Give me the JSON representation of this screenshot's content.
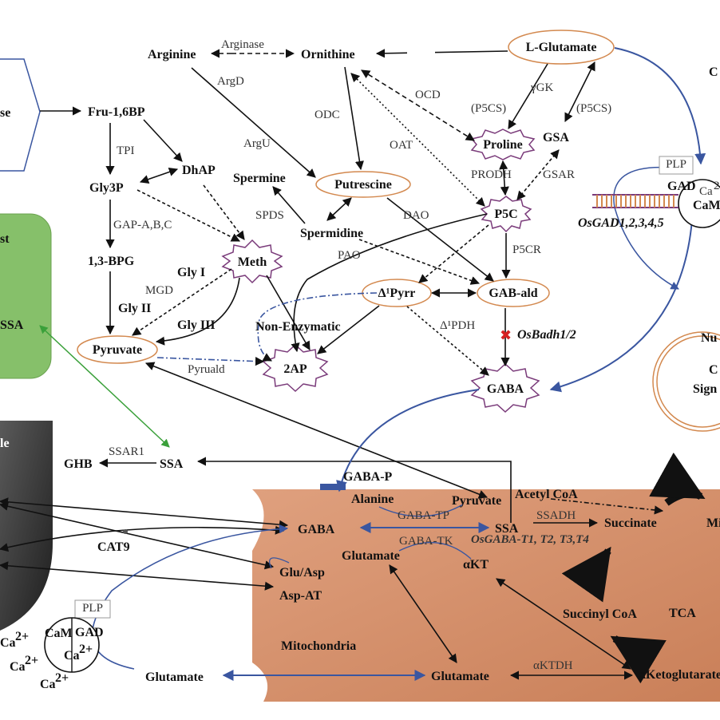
{
  "nodes": {
    "arginine": "Arginine",
    "ornithine": "Ornithine",
    "l_glutamate": "L-Glutamate",
    "fru16bp": "Fru-1,6BP",
    "hex_text": "se",
    "dhap": "DhAP",
    "gly3p": "Gly3P",
    "spermine": "Spermine",
    "putrescine": "Putrescine",
    "spermidine": "Spermidine",
    "proline": "Proline",
    "gsa": "GSA",
    "p5c": "P5C",
    "bpg": "1,3-BPG",
    "meth": "Meth",
    "gly_i": "Gly I",
    "gly_ii": "Gly II",
    "gly_iii": "Gly III",
    "pyruvate": "Pyruvate",
    "non_enzymatic": "Non-Enzymatic",
    "d1pyrr": "Δ¹Pyrr",
    "gab_ald": "GAB-ald",
    "osbadh": "OsBadh1/2",
    "ap2": "2AP",
    "gaba": "GABA",
    "ghb": "GHB",
    "ssa": "SSA",
    "gaba_p": "GABA-P",
    "alanine": "Alanine",
    "pyruvate2": "Pyruvate",
    "acetyl_coa": "Acetyl CoA",
    "gaba2": "GABA",
    "ssa2": "SSA",
    "succinate": "Succinate",
    "glutamate_mid": "Glutamate",
    "akt": "αKT",
    "glu_asp": "Glu/Asp",
    "asp_at": "Asp-AT",
    "cat9": "CAT9",
    "succinyl_coa": "Succinyl CoA",
    "tca": "TCA",
    "mitochondria": "Mitochondria",
    "glutamate_left": "Glutamate",
    "glutamate_right": "Glutamate",
    "a_ketoglutarate": "αKetoglutarate",
    "gad_right": "GAD",
    "gad_left": "GAD",
    "cam_left": "CaM",
    "cam_right": "CaM",
    "plp": "PLP",
    "plp2": "PLP",
    "ca2": "Ca",
    "ca2_sup": "2+",
    "ca_right": "Ca",
    "ca_right_sup": "2",
    "osgad": "OsGAD1,2,3,4,5",
    "green_top": "st",
    "green_ssa": "SSA",
    "dark_text": "le",
    "right_c": "C",
    "nu": "Nu",
    "c_line": "C",
    "sign": "Sign",
    "mi": "Mi"
  },
  "enzymes": {
    "arginase": "Arginase",
    "argd": "ArgD",
    "argu": "ArgU",
    "odc": "ODC",
    "ocd": "OCD",
    "oat": "OAT",
    "ygk": "γGK",
    "p5cs1": "(P5CS)",
    "p5cs2": "(P5CS)",
    "prodh": "PRODH",
    "gsar": "GSAR",
    "tpi": "TPI",
    "gap": "GAP-A,B,C",
    "spds": "SPDS",
    "dao": "DAO",
    "pao": "PAO",
    "p5cr": "P5CR",
    "mgd": "MGD",
    "d1pdh": "Δ¹PDH",
    "pyruald": "Pyruald",
    "ssar1": "SSAR1",
    "gaba_tp": "GABA-TP",
    "ssadh": "SSADH",
    "gaba_tk": "GABA-TK",
    "osgaba_t": "OsGABA-T1, T2, T3,T4",
    "aktdh": "αKTDH"
  }
}
